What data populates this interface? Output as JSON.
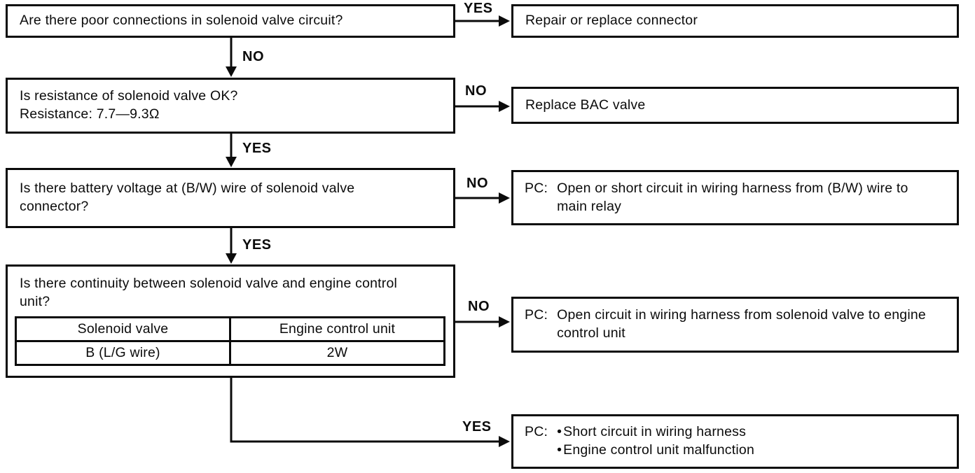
{
  "colors": {
    "background": "#ffffff",
    "ink": "#0b0b0b"
  },
  "diagram": {
    "type": "flowchart",
    "bullet_char": "•",
    "questions": [
      {
        "text": "Are there poor connections in solenoid valve circuit?"
      },
      {
        "text": "Is resistance of solenoid valve OK?",
        "subtext": "Resistance: 7.7—9.3Ω"
      },
      {
        "text": "Is there battery voltage at (B/W) wire of solenoid valve connector?"
      },
      {
        "text": "Is there continuity between solenoid valve and engine control unit?",
        "table": {
          "headers": [
            "Solenoid valve",
            "Engine control unit"
          ],
          "rows": [
            [
              "B (L/G wire)",
              "2W"
            ]
          ]
        }
      }
    ],
    "actions": [
      {
        "text": "Repair or replace connector"
      },
      {
        "text": "Replace BAC valve"
      },
      {
        "prefix": "PC:",
        "text": "Open or short circuit in wiring harness from (B/W) wire to main relay"
      },
      {
        "prefix": "PC:",
        "text": "Open circuit in wiring harness from solenoid valve to engine control unit"
      },
      {
        "prefix": "PC:",
        "bullets": [
          "Short circuit in wiring harness",
          "Engine control unit malfunction"
        ]
      }
    ],
    "connectors": [
      {
        "from": "q1",
        "to": "a1",
        "label": "YES"
      },
      {
        "from": "q1",
        "to": "q2",
        "label": "NO"
      },
      {
        "from": "q2",
        "to": "a2",
        "label": "NO"
      },
      {
        "from": "q2",
        "to": "q3",
        "label": "YES"
      },
      {
        "from": "q3",
        "to": "a3",
        "label": "NO"
      },
      {
        "from": "q3",
        "to": "q4",
        "label": "YES"
      },
      {
        "from": "q4",
        "to": "a4",
        "label": "NO"
      },
      {
        "from": "q4",
        "to": "a5",
        "label": "YES"
      }
    ]
  }
}
